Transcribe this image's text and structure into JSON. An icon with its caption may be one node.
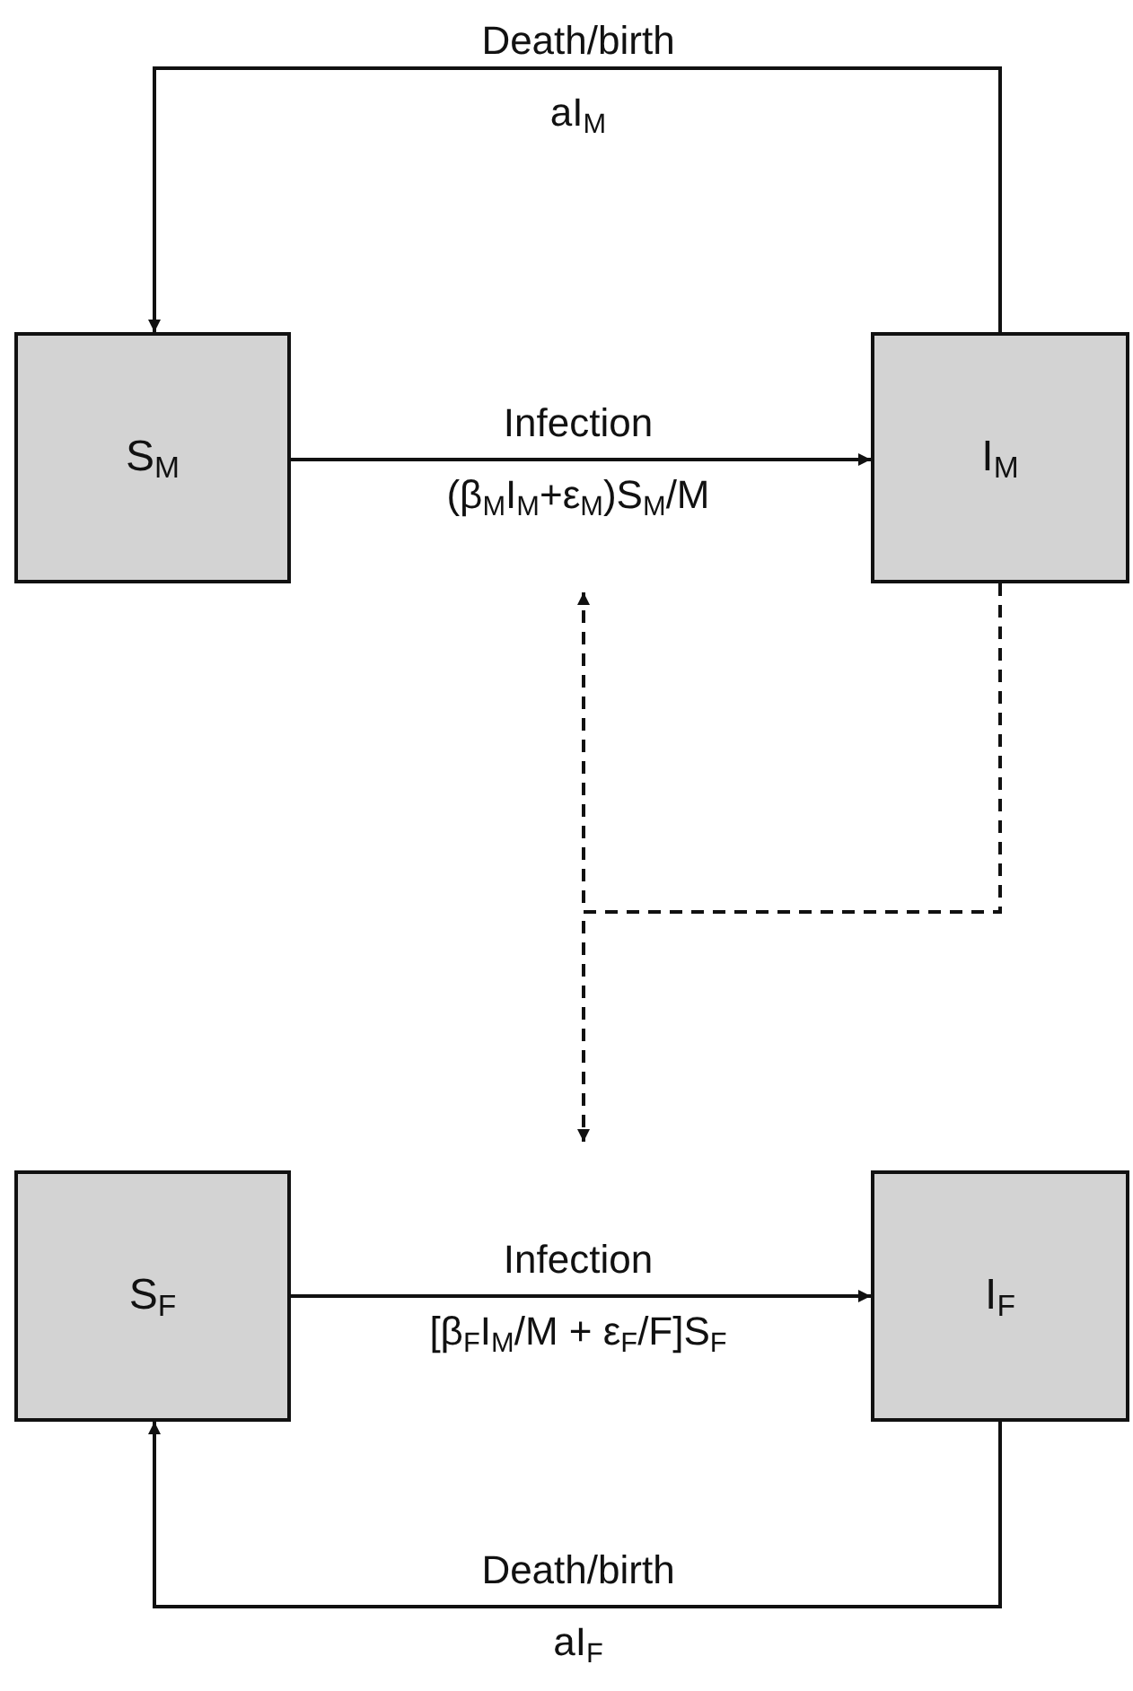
{
  "diagram": {
    "nodes": [
      {
        "text": [
          "S$_{M}$"
        ]
      },
      {
        "text": [
          "I$_{M}$"
        ]
      },
      {
        "text": [
          "S$_{F}$"
        ]
      },
      {
        "text": [
          "I$_{F}$"
        ]
      }
    ],
    "edges": [
      {
        "from": 1,
        "to": 0,
        "arrow": "to",
        "label": "Death/birth aI$_{M}$"
      },
      {
        "from": 0,
        "to": 1,
        "arrow": "to",
        "label": "Infection (β$_{M}$I$_{M}$+ε$_{M}$)S$_{M}$/M"
      },
      {
        "from": 1,
        "to": null,
        "arrow": "to",
        "style": "dashed"
      },
      {
        "from": 1,
        "to": null,
        "arrow": "to",
        "style": "dashed"
      },
      {
        "from": 2,
        "to": 3,
        "arrow": "to",
        "label": "Infection [β$_{F}$I$_{M}$/M + ε$_{F}$/F]S$_{F}$"
      },
      {
        "from": 3,
        "to": 2,
        "arrow": "to",
        "label": "Death/birth aI$_{F}$"
      }
    ]
  }
}
